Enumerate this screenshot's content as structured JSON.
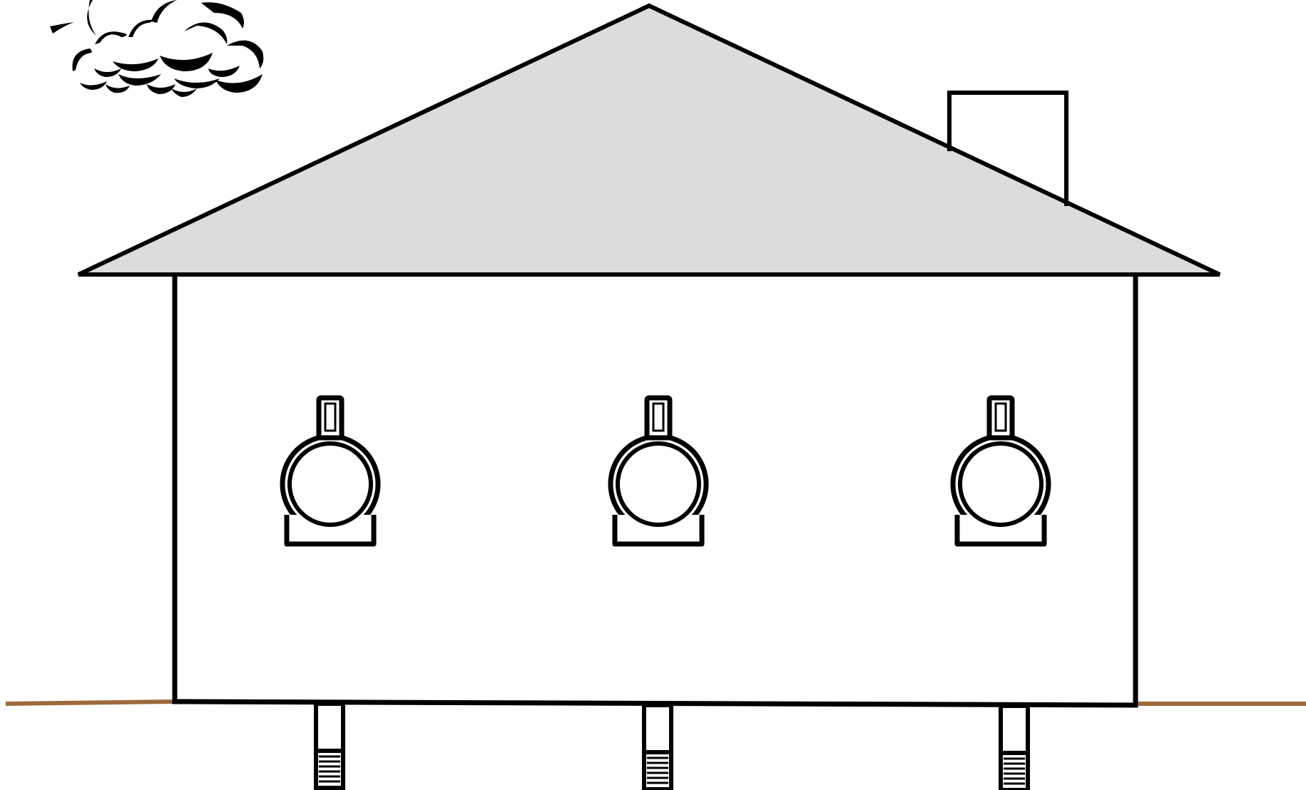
{
  "diagram": {
    "description_visible_text": "",
    "colors": {
      "background": "#ffffff",
      "outline": "#000000",
      "roof_fill": "#dcdcdc",
      "ground": "#9c6a3a"
    },
    "components": {
      "roof": {
        "icon": "gable-roof",
        "fill": "roof_fill"
      },
      "chimney": {
        "icon": "chimney"
      },
      "house_walls": {
        "icon": "wall-outline"
      },
      "cloud": {
        "icon": "smoke-cloud"
      },
      "ground_line": {
        "icon": "ground-line"
      },
      "gas_tanks": [
        {
          "icon": "tank-with-valve"
        },
        {
          "icon": "tank-with-valve"
        },
        {
          "icon": "tank-with-valve"
        }
      ],
      "vent_pipes": [
        {
          "icon": "vent-pipe-with-grate"
        },
        {
          "icon": "vent-pipe-with-grate"
        },
        {
          "icon": "vent-pipe-with-grate"
        }
      ]
    }
  }
}
